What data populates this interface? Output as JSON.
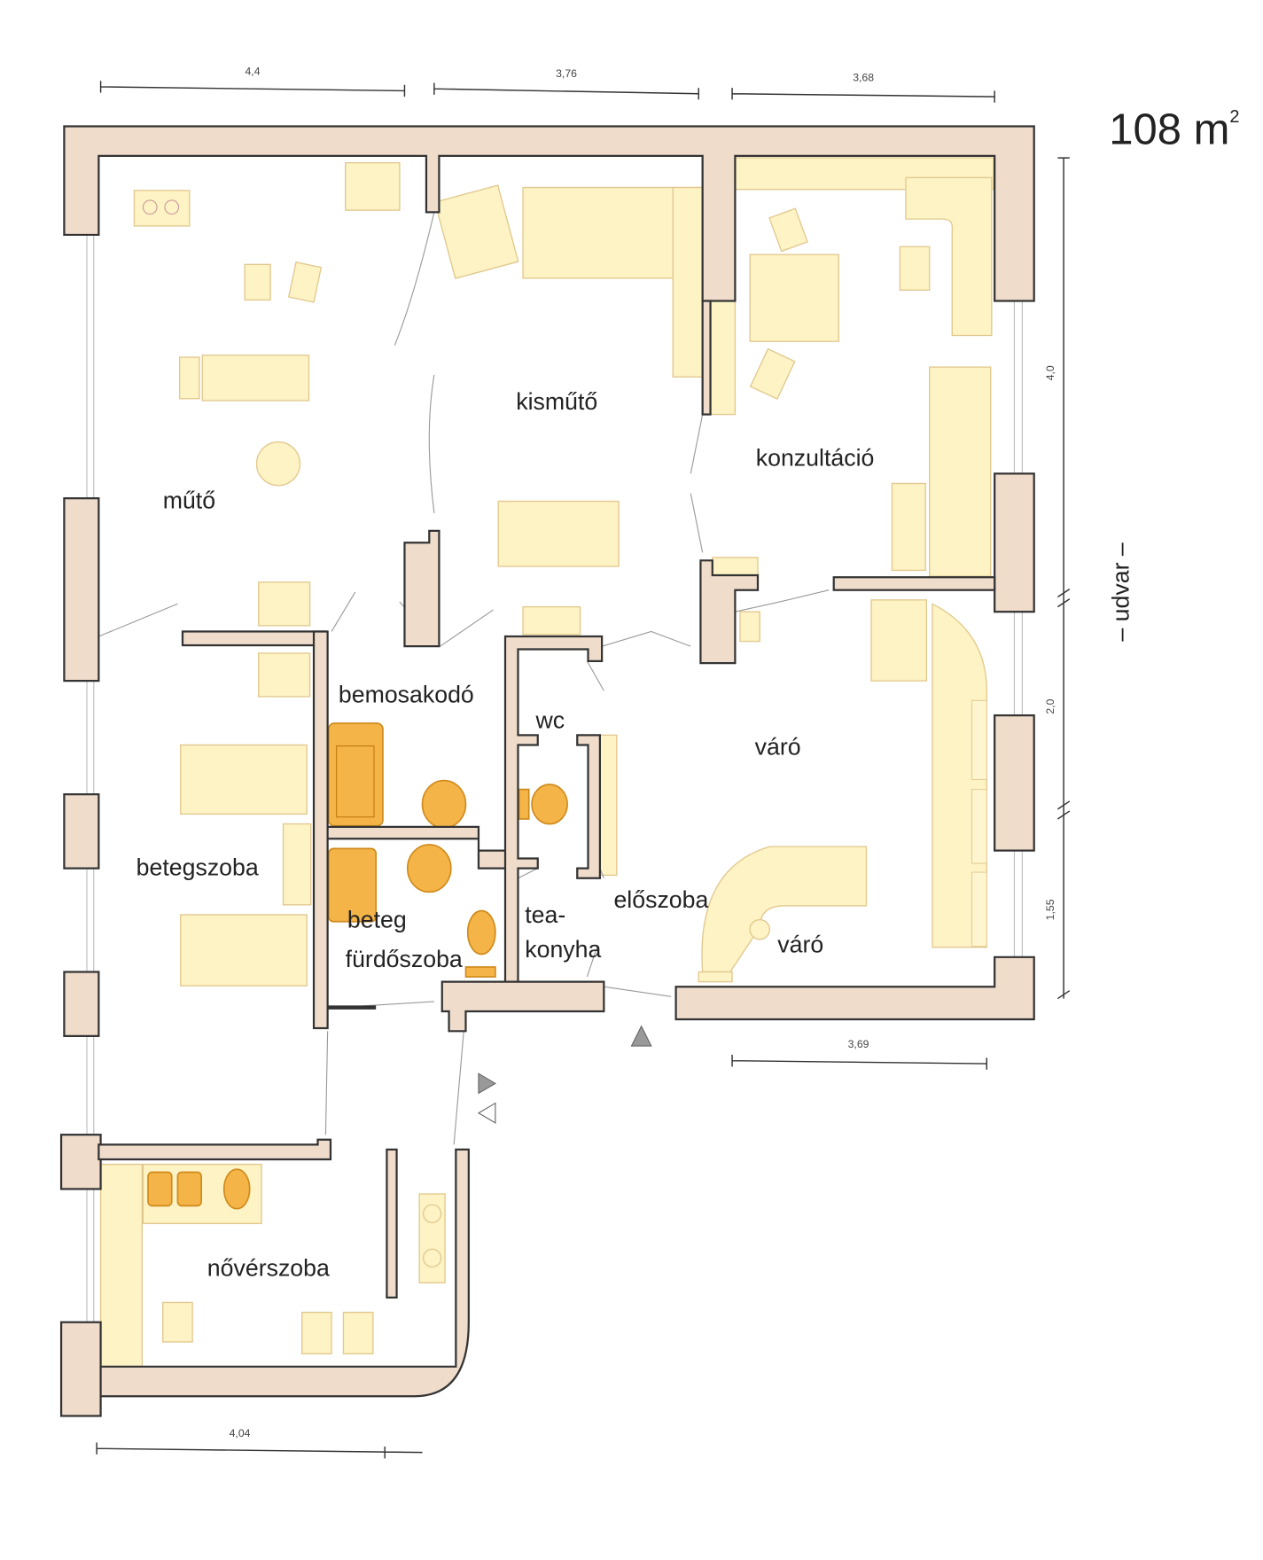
{
  "plan": {
    "area": "108 m",
    "area_sup": "2",
    "courtyard": "– udvar –",
    "rooms": {
      "mutő": "műtő",
      "kismuto": "kisműtő",
      "konzultacio": "konzultáció",
      "bemosakodo": "bemosakodó",
      "wc": "wc",
      "varo_main": "váró",
      "betegszoba": "betegszoba",
      "furdo_1": "beteg",
      "furdo_2": "fürdőszoba",
      "tea_1": "tea-",
      "tea_2": "konyha",
      "eloszoba": "előszoba",
      "varo_small": "váró",
      "noverszoba": "nővérszoba"
    },
    "dimensions": {
      "top_1": "4,4",
      "top_2": "3,76",
      "top_3": "3,68",
      "right_1": "4,0",
      "right_2": "2,0",
      "right_3": "1,55",
      "bottom_right": "3,69",
      "bottom_left": "4,04"
    }
  }
}
